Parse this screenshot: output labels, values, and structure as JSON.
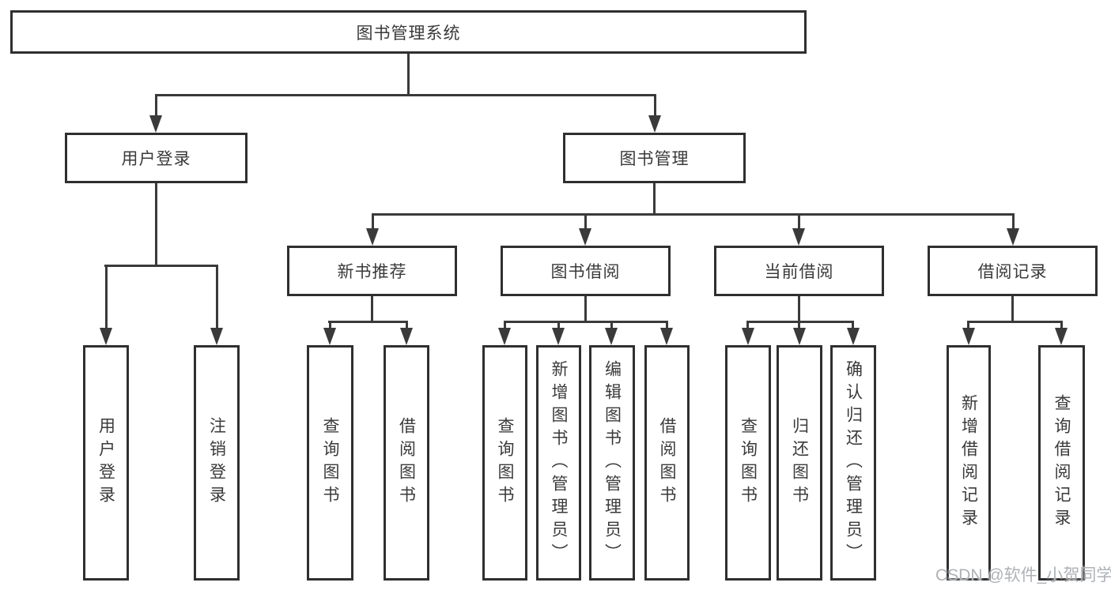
{
  "tree": {
    "label": "图书管理系统",
    "children": [
      {
        "label": "用户登录",
        "children": [
          {
            "label": "用户登录"
          },
          {
            "label": "注销登录"
          }
        ]
      },
      {
        "label": "图书管理",
        "children": [
          {
            "label": "新书推荐",
            "children": [
              {
                "label": "查询图书"
              },
              {
                "label": "借阅图书"
              }
            ]
          },
          {
            "label": "图书借阅",
            "children": [
              {
                "label": "查询图书"
              },
              {
                "label": "新增图书（管理员）"
              },
              {
                "label": "编辑图书（管理员）"
              },
              {
                "label": "借阅图书"
              }
            ]
          },
          {
            "label": "当前借阅",
            "children": [
              {
                "label": "查询图书"
              },
              {
                "label": "归还图书"
              },
              {
                "label": "确认归还（管理员）"
              }
            ]
          },
          {
            "label": "借阅记录",
            "children": [
              {
                "label": "新增借阅记录"
              },
              {
                "label": "查询借阅记录"
              }
            ]
          }
        ]
      }
    ]
  },
  "watermark": {
    "text": "CSDN @软件_小贺同学"
  },
  "colors": {
    "background": "#ffffff",
    "box_fill": "#ffffff",
    "box_border": "#2f2f2f",
    "connector": "#3a3a3a",
    "text": "#3a3a3a",
    "watermark_text": "#aeb2b6"
  }
}
